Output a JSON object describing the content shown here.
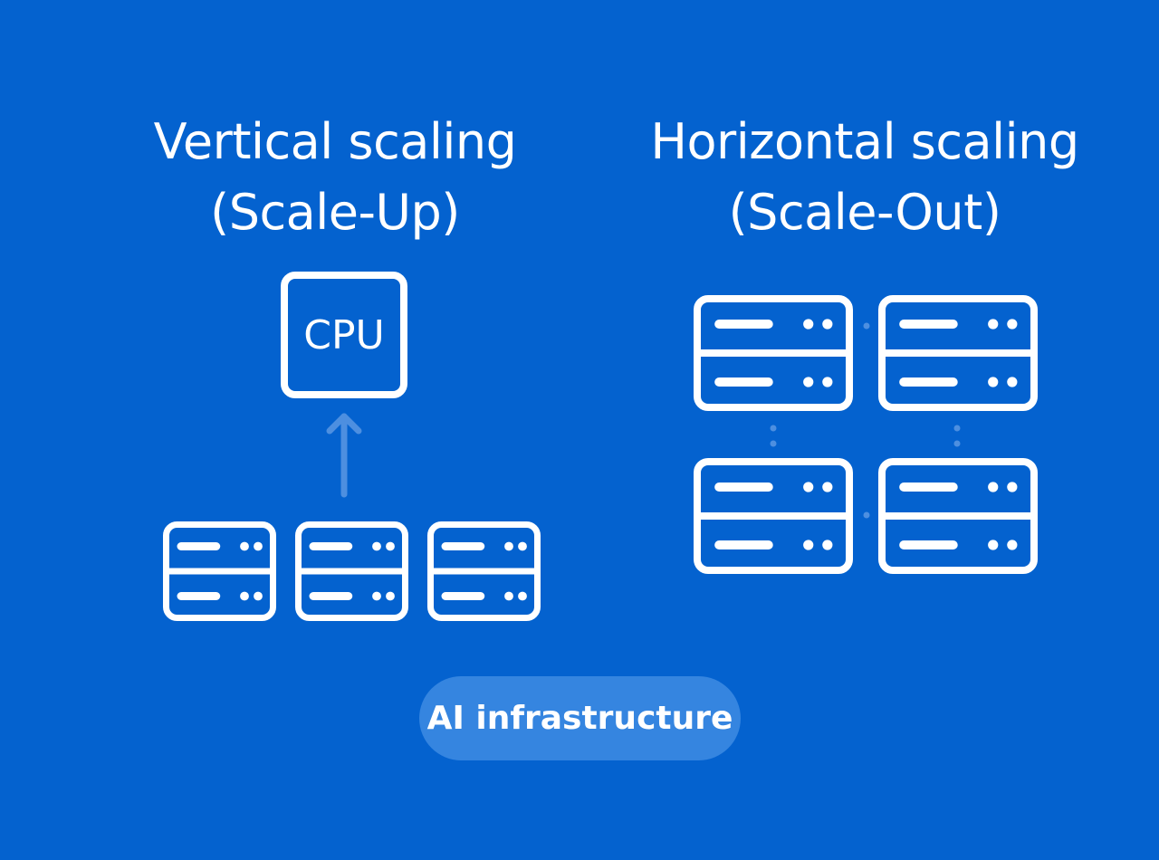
{
  "colors": {
    "background": "#0462cf",
    "foreground": "#ffffff",
    "accent": "#4d8fe0",
    "badge": "#3585e0"
  },
  "vertical": {
    "title_line1": "Vertical scaling",
    "title_line2": "(Scale-Up)",
    "cpu_label": "CPU",
    "arrow_icon": "arrow-up-icon",
    "server_count": 3
  },
  "horizontal": {
    "title_line1": "Horizontal scaling",
    "title_line2": "(Scale-Out)",
    "server_count": 4,
    "connector_icon": "dotted-connector-icon"
  },
  "badge": {
    "label": "AI infrastructure"
  }
}
